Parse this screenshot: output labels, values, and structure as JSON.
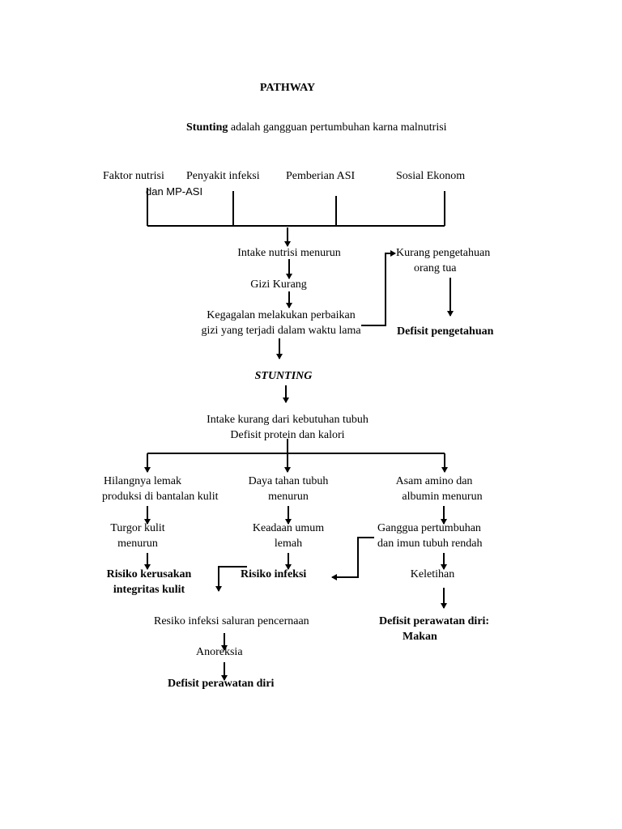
{
  "title": "PATHWAY",
  "definition": {
    "term": "Stunting",
    "text": " adalah gangguan pertumbuhan karna malnutrisi"
  },
  "factors": {
    "faktor_nutrisi": "Faktor nutrisi",
    "faktor_nutrisi_2": "dan MP-ASI",
    "penyakit_infeksi": "Penyakit infeksi",
    "pemberian_asi": "Pemberian ASI",
    "sosial_ekonomi": "Sosial Ekonom"
  },
  "flow": {
    "intake_menurun": "Intake nutrisi menurun",
    "gizi_kurang": "Gizi Kurang",
    "kegagalan_1": "Kegagalan melakukan perbaikan",
    "kegagalan_2": "gizi yang terjadi dalam waktu lama",
    "kurang_pengetahuan_1": "Kurang pengetahuan",
    "kurang_pengetahuan_2": "orang tua",
    "defisit_pengetahuan": "Defisit pengetahuan",
    "stunting": "STUNTING",
    "intake_kurang_1": "Intake kurang dari kebutuhan tubuh",
    "intake_kurang_2": "Defisit protein dan kalori"
  },
  "branches": {
    "left": {
      "a1": "Hilangnya lemak",
      "a2": "produksi di bantalan kulit",
      "b1": "Turgor kulit",
      "b2": "menurun",
      "c1": "Risiko kerusakan",
      "c2": "integritas kulit"
    },
    "middle": {
      "a1": "Daya tahan tubuh",
      "a2": "menurun",
      "b1": "Keadaan umum",
      "b2": "lemah",
      "c1": "Risiko infeksi"
    },
    "right": {
      "a1": "Asam amino dan",
      "a2": "albumin menurun",
      "b1": "Ganggua pertumbuhan",
      "b2": "dan imun tubuh rendah",
      "c1": "Keletihan",
      "d1": "Defisit perawatan diri:",
      "d2": "Makan"
    }
  },
  "bottom": {
    "resiko_pencernaan": "Resiko infeksi saluran pencernaan",
    "anoreksia": "Anoreksia",
    "defisit_perawatan": "Defisit perawatan diri"
  }
}
